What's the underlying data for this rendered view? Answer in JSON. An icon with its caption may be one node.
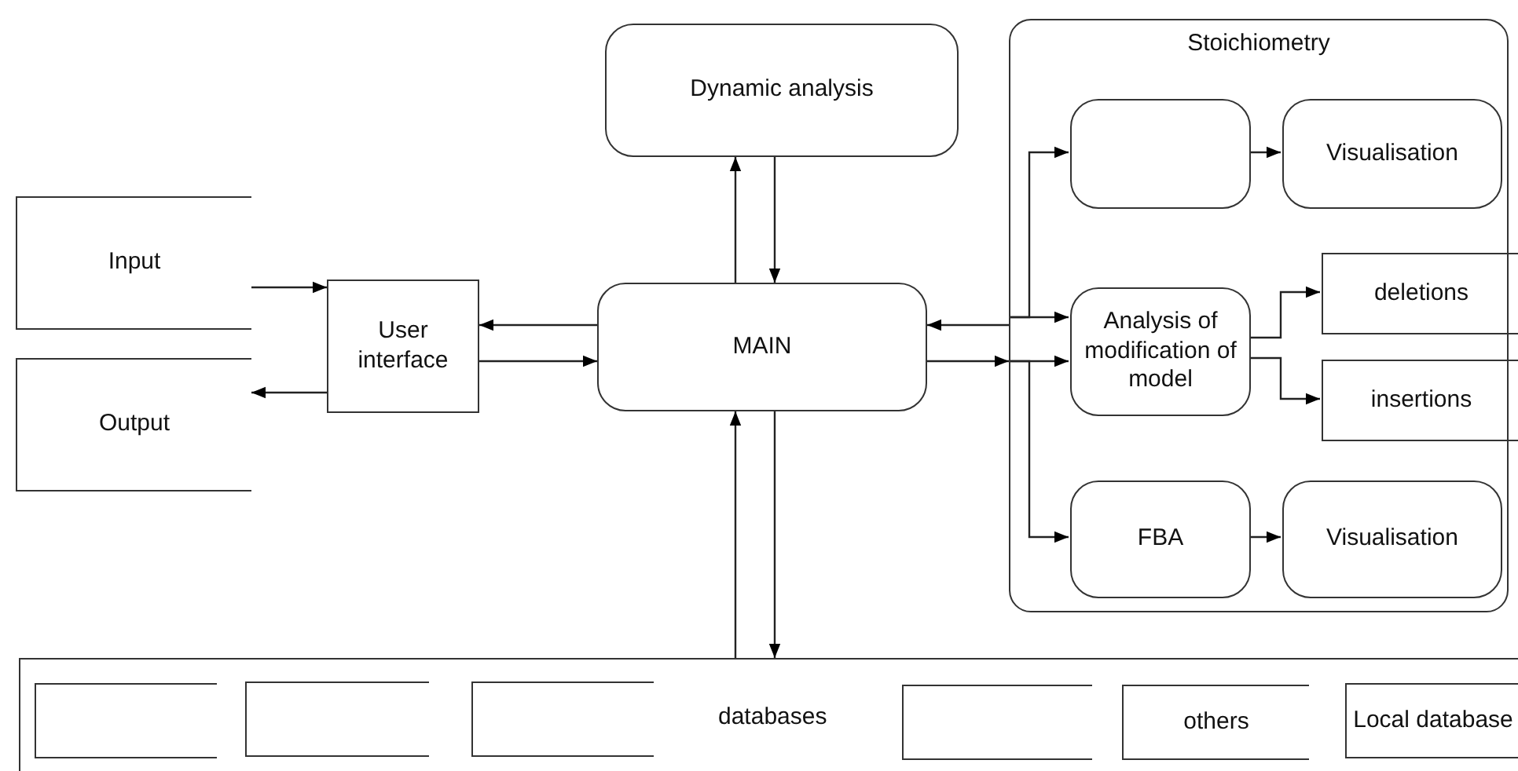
{
  "diagram": {
    "nodes": [
      {
        "text": [
          "Input"
        ]
      },
      {
        "text": [
          "Output"
        ]
      },
      {
        "text": [
          "User interface"
        ]
      },
      {
        "text": [
          "Dynamic analysis"
        ]
      },
      {
        "text": [
          "MAIN"
        ]
      },
      {
        "text": [
          "Stoichiometry"
        ]
      },
      {
        "text": [],
        "shape": "box",
        "in": 5
      },
      {
        "text": [
          "Visualisation"
        ],
        "in": 5
      },
      {
        "text": [
          "Analysis of modification of model"
        ],
        "in": 5
      },
      {
        "text": [
          "deletions"
        ],
        "in": 5
      },
      {
        "text": [
          "insertions"
        ],
        "in": 5
      },
      {
        "text": [
          "FBA"
        ],
        "in": 5
      },
      {
        "text": [
          "Visualisation"
        ],
        "in": 5
      },
      {
        "text": [
          "databases"
        ]
      },
      {
        "text": [],
        "shape": "box",
        "in": 13
      },
      {
        "text": [],
        "shape": "box",
        "in": 13
      },
      {
        "text": [],
        "shape": "box",
        "in": 13
      },
      {
        "text": [],
        "shape": "box",
        "in": 13
      },
      {
        "text": [
          "others"
        ],
        "in": 13
      },
      {
        "text": [
          "Local database"
        ],
        "in": 13
      }
    ],
    "edges": [
      {
        "from": 0,
        "to": 2,
        "arrow": "to"
      },
      {
        "from": 2,
        "to": 1,
        "arrow": "to"
      },
      {
        "from": 4,
        "to": 2,
        "arrow": "to"
      },
      {
        "from": 2,
        "to": 4,
        "arrow": "to"
      },
      {
        "from": 4,
        "to": 3,
        "arrow": "to"
      },
      {
        "from": 3,
        "to": 4,
        "arrow": "to"
      },
      {
        "from": 5,
        "to": 4,
        "arrow": "to"
      },
      {
        "from": 4,
        "to": 5,
        "arrow": "to"
      },
      {
        "from": 13,
        "to": 4,
        "arrow": "to"
      },
      {
        "from": 4,
        "to": 13,
        "arrow": "to"
      },
      {
        "from": 5,
        "to": 6,
        "arrow": "to"
      },
      {
        "from": 5,
        "to": 8,
        "arrow": "to"
      },
      {
        "from": 5,
        "to": 8,
        "arrow": "to"
      },
      {
        "from": 5,
        "to": 11,
        "arrow": "to"
      },
      {
        "from": 6,
        "to": 7,
        "arrow": "to"
      },
      {
        "from": 8,
        "to": 9,
        "arrow": "to"
      },
      {
        "from": 8,
        "to": 10,
        "arrow": "to"
      },
      {
        "from": 11,
        "to": 12,
        "arrow": "to"
      }
    ]
  }
}
